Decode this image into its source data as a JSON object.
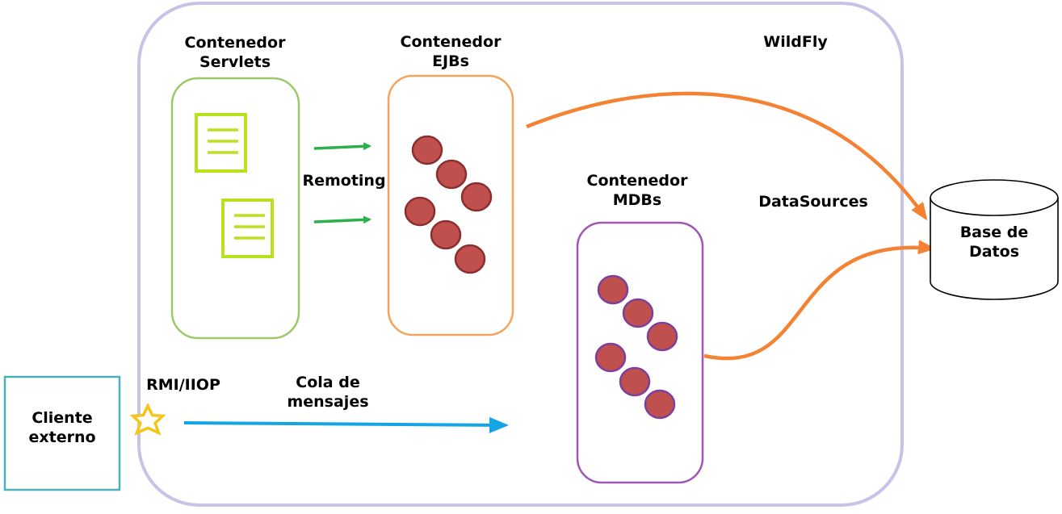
{
  "wildfly": {
    "title": "WildFly"
  },
  "servlets": {
    "line1": "Contenedor",
    "line2": "Servlets"
  },
  "ejbs": {
    "line1": "Contenedor",
    "line2": "EJBs"
  },
  "mdbs": {
    "line1": "Contenedor",
    "line2": "MDBs"
  },
  "remoting": {
    "label": "Remoting"
  },
  "datasources": {
    "label": "DataSources"
  },
  "database": {
    "line1": "Base de",
    "line2": "Datos"
  },
  "client": {
    "line1": "Cliente",
    "line2": "externo"
  },
  "rmi": {
    "label": "RMI/IIOP"
  },
  "queue": {
    "line1": "Cola de",
    "line2": "mensajes"
  },
  "colors": {
    "wildfly_border": "#c8c3e6",
    "servlets_border": "#9cc86a",
    "document_icon": "#b8e21c",
    "ejbs_border": "#f5a35a",
    "mdbs_border": "#a355b5",
    "bean_fill": "#c0504d",
    "bean_stroke_ejb": "#8b2e2e",
    "bean_stroke_mdb": "#7b3fa0",
    "remoting_arrow": "#2db04b",
    "datasource_arrow": "#f58232",
    "queue_arrow": "#13a5e6",
    "client_border": "#4ab0bf",
    "rmi_star": "#f5c518"
  }
}
